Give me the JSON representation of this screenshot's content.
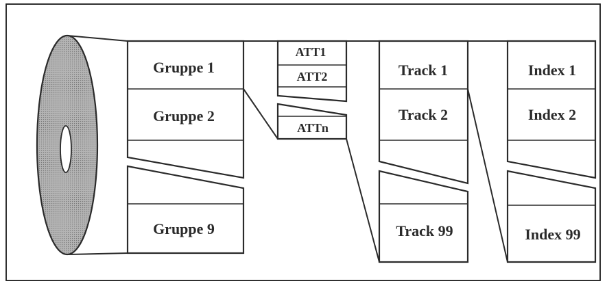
{
  "groups": {
    "g1": "Gruppe 1",
    "g2": "Gruppe 2",
    "g9": "Gruppe 9"
  },
  "attributes": {
    "a1": "ATT1",
    "a2": "ATT2",
    "an": "ATTn"
  },
  "tracks": {
    "t1": "Track 1",
    "t2": "Track 2",
    "t99": "Track 99"
  },
  "indexes": {
    "i1": "Index 1",
    "i2": "Index 2",
    "i99": "Index 99"
  },
  "colors": {
    "line": "#2a2a2a",
    "disc": "#a9a9a9",
    "background": "#ffffff"
  }
}
